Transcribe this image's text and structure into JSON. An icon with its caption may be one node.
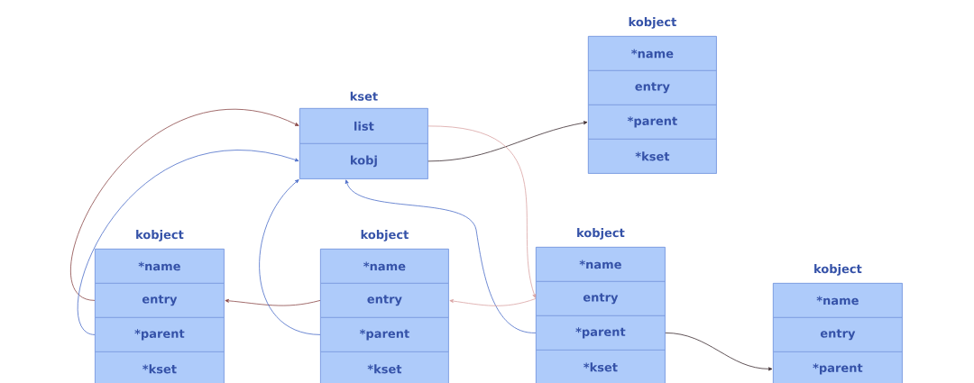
{
  "diagram": {
    "nodes": [
      {
        "text": [
          "kset"
        ]
      },
      {
        "text": [
          "list"
        ],
        "in": 0
      },
      {
        "text": [
          "kobj"
        ],
        "in": 0
      },
      {
        "text": [
          "kobject"
        ]
      },
      {
        "text": [
          "*name"
        ],
        "in": 3
      },
      {
        "text": [
          "entry"
        ],
        "in": 3
      },
      {
        "text": [
          "*parent"
        ],
        "in": 3
      },
      {
        "text": [
          "*kset"
        ],
        "in": 3
      },
      {
        "text": [
          "kobject"
        ]
      },
      {
        "text": [
          "*name"
        ],
        "in": 8
      },
      {
        "text": [
          "entry"
        ],
        "in": 8
      },
      {
        "text": [
          "*parent"
        ],
        "in": 8
      },
      {
        "text": [
          "*kset"
        ],
        "in": 8
      },
      {
        "text": [
          "kobject"
        ]
      },
      {
        "text": [
          "*name"
        ],
        "in": 13
      },
      {
        "text": [
          "entry"
        ],
        "in": 13
      },
      {
        "text": [
          "*parent"
        ],
        "in": 13
      },
      {
        "text": [
          "*kset"
        ],
        "in": 13
      },
      {
        "text": [
          "kobject"
        ]
      },
      {
        "text": [
          "*name"
        ],
        "in": 18
      },
      {
        "text": [
          "entry"
        ],
        "in": 18
      },
      {
        "text": [
          "*parent"
        ],
        "in": 18
      },
      {
        "text": [
          "*kset"
        ],
        "in": 18
      },
      {
        "text": [
          "kobject"
        ]
      },
      {
        "text": [
          "*name"
        ],
        "in": 23
      },
      {
        "text": [
          "entry"
        ],
        "in": 23
      },
      {
        "text": [
          "*parent"
        ],
        "in": 23
      }
    ],
    "edges": [
      {
        "from": 2,
        "to": 6,
        "arrow": "to",
        "color": "#3a2a2e"
      },
      {
        "from": 10,
        "to": 1,
        "arrow": "to",
        "color": "#8a4848"
      },
      {
        "from": 11,
        "to": 2,
        "arrow": "to",
        "color": "#4a6cc8"
      },
      {
        "from": 15,
        "to": 10,
        "arrow": "to",
        "color": "#8a4848"
      },
      {
        "from": 16,
        "to": 2,
        "arrow": "to",
        "color": "#4a6cc8"
      },
      {
        "from": 21,
        "to": 2,
        "arrow": "to",
        "color": "#4a6cc8"
      },
      {
        "from": 1,
        "to": 20,
        "arrow": "to",
        "color": "#d9a3a3"
      },
      {
        "from": 20,
        "to": 15,
        "arrow": "to",
        "color": "#d9a3a3"
      },
      {
        "from": 21,
        "to": 26,
        "arrow": "to",
        "color": "#3a2a2e"
      }
    ]
  }
}
